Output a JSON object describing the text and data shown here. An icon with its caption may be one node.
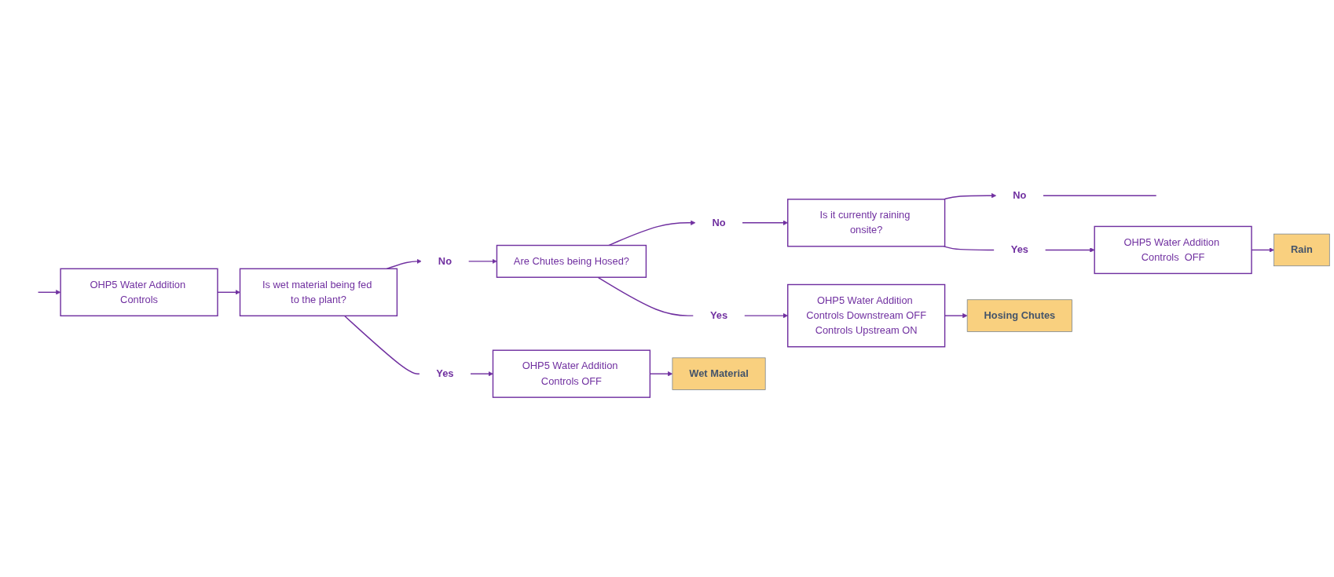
{
  "diagram": {
    "nodes": [
      {
        "text": [
          "OHP5 Water Addition Controls"
        ]
      },
      {
        "text": [
          "Is wet material being fed to the plant?"
        ]
      },
      {
        "text": [
          "No"
        ]
      },
      {
        "text": [
          "Are Chutes being Hosed?"
        ]
      },
      {
        "text": [
          "No"
        ]
      },
      {
        "text": [
          "Is it currently raining onsite?"
        ]
      },
      {
        "text": [
          "No"
        ]
      },
      {
        "text": [
          "Yes"
        ]
      },
      {
        "text": [
          "OHP5 Water Addition Controls OFF"
        ]
      },
      {
        "text": [
          "Wet Material"
        ]
      },
      {
        "text": [
          "Yes"
        ]
      },
      {
        "text": [
          "OHP5 Water Addition Controls Downstream OFF",
          "Controls Upstream ON"
        ]
      },
      {
        "text": [
          "Hosing Chutes"
        ]
      },
      {
        "text": [
          "Yes"
        ]
      },
      {
        "text": [
          "OHP5 Water Addition Controls  OFF"
        ]
      },
      {
        "text": [
          "Rain"
        ]
      }
    ],
    "edges": [
      {
        "from": 0,
        "to": 1,
        "arrow": "to"
      },
      {
        "from": 1,
        "to": 2,
        "arrow": "to"
      },
      {
        "from": 2,
        "to": 3,
        "arrow": "to"
      },
      {
        "from": 3,
        "to": 4,
        "arrow": "to"
      },
      {
        "from": 4,
        "to": 5,
        "arrow": "to"
      },
      {
        "from": 5,
        "to": 6,
        "arrow": "to"
      },
      {
        "from": 6,
        "to": null,
        "arrow": "none"
      },
      {
        "from": null,
        "to": 0,
        "arrow": "to"
      },
      {
        "from": 1,
        "to": 7,
        "arrow": "none"
      },
      {
        "from": 7,
        "to": 8,
        "arrow": "to"
      },
      {
        "from": 8,
        "to": 9,
        "arrow": "to"
      },
      {
        "from": 3,
        "to": 10,
        "arrow": "none"
      },
      {
        "from": 10,
        "to": 11,
        "arrow": "to"
      },
      {
        "from": 11,
        "to": 12,
        "arrow": "to"
      },
      {
        "from": 5,
        "to": 13,
        "arrow": "none"
      },
      {
        "from": 13,
        "to": 14,
        "arrow": "to"
      },
      {
        "from": 14,
        "to": 15,
        "arrow": "to"
      }
    ]
  }
}
